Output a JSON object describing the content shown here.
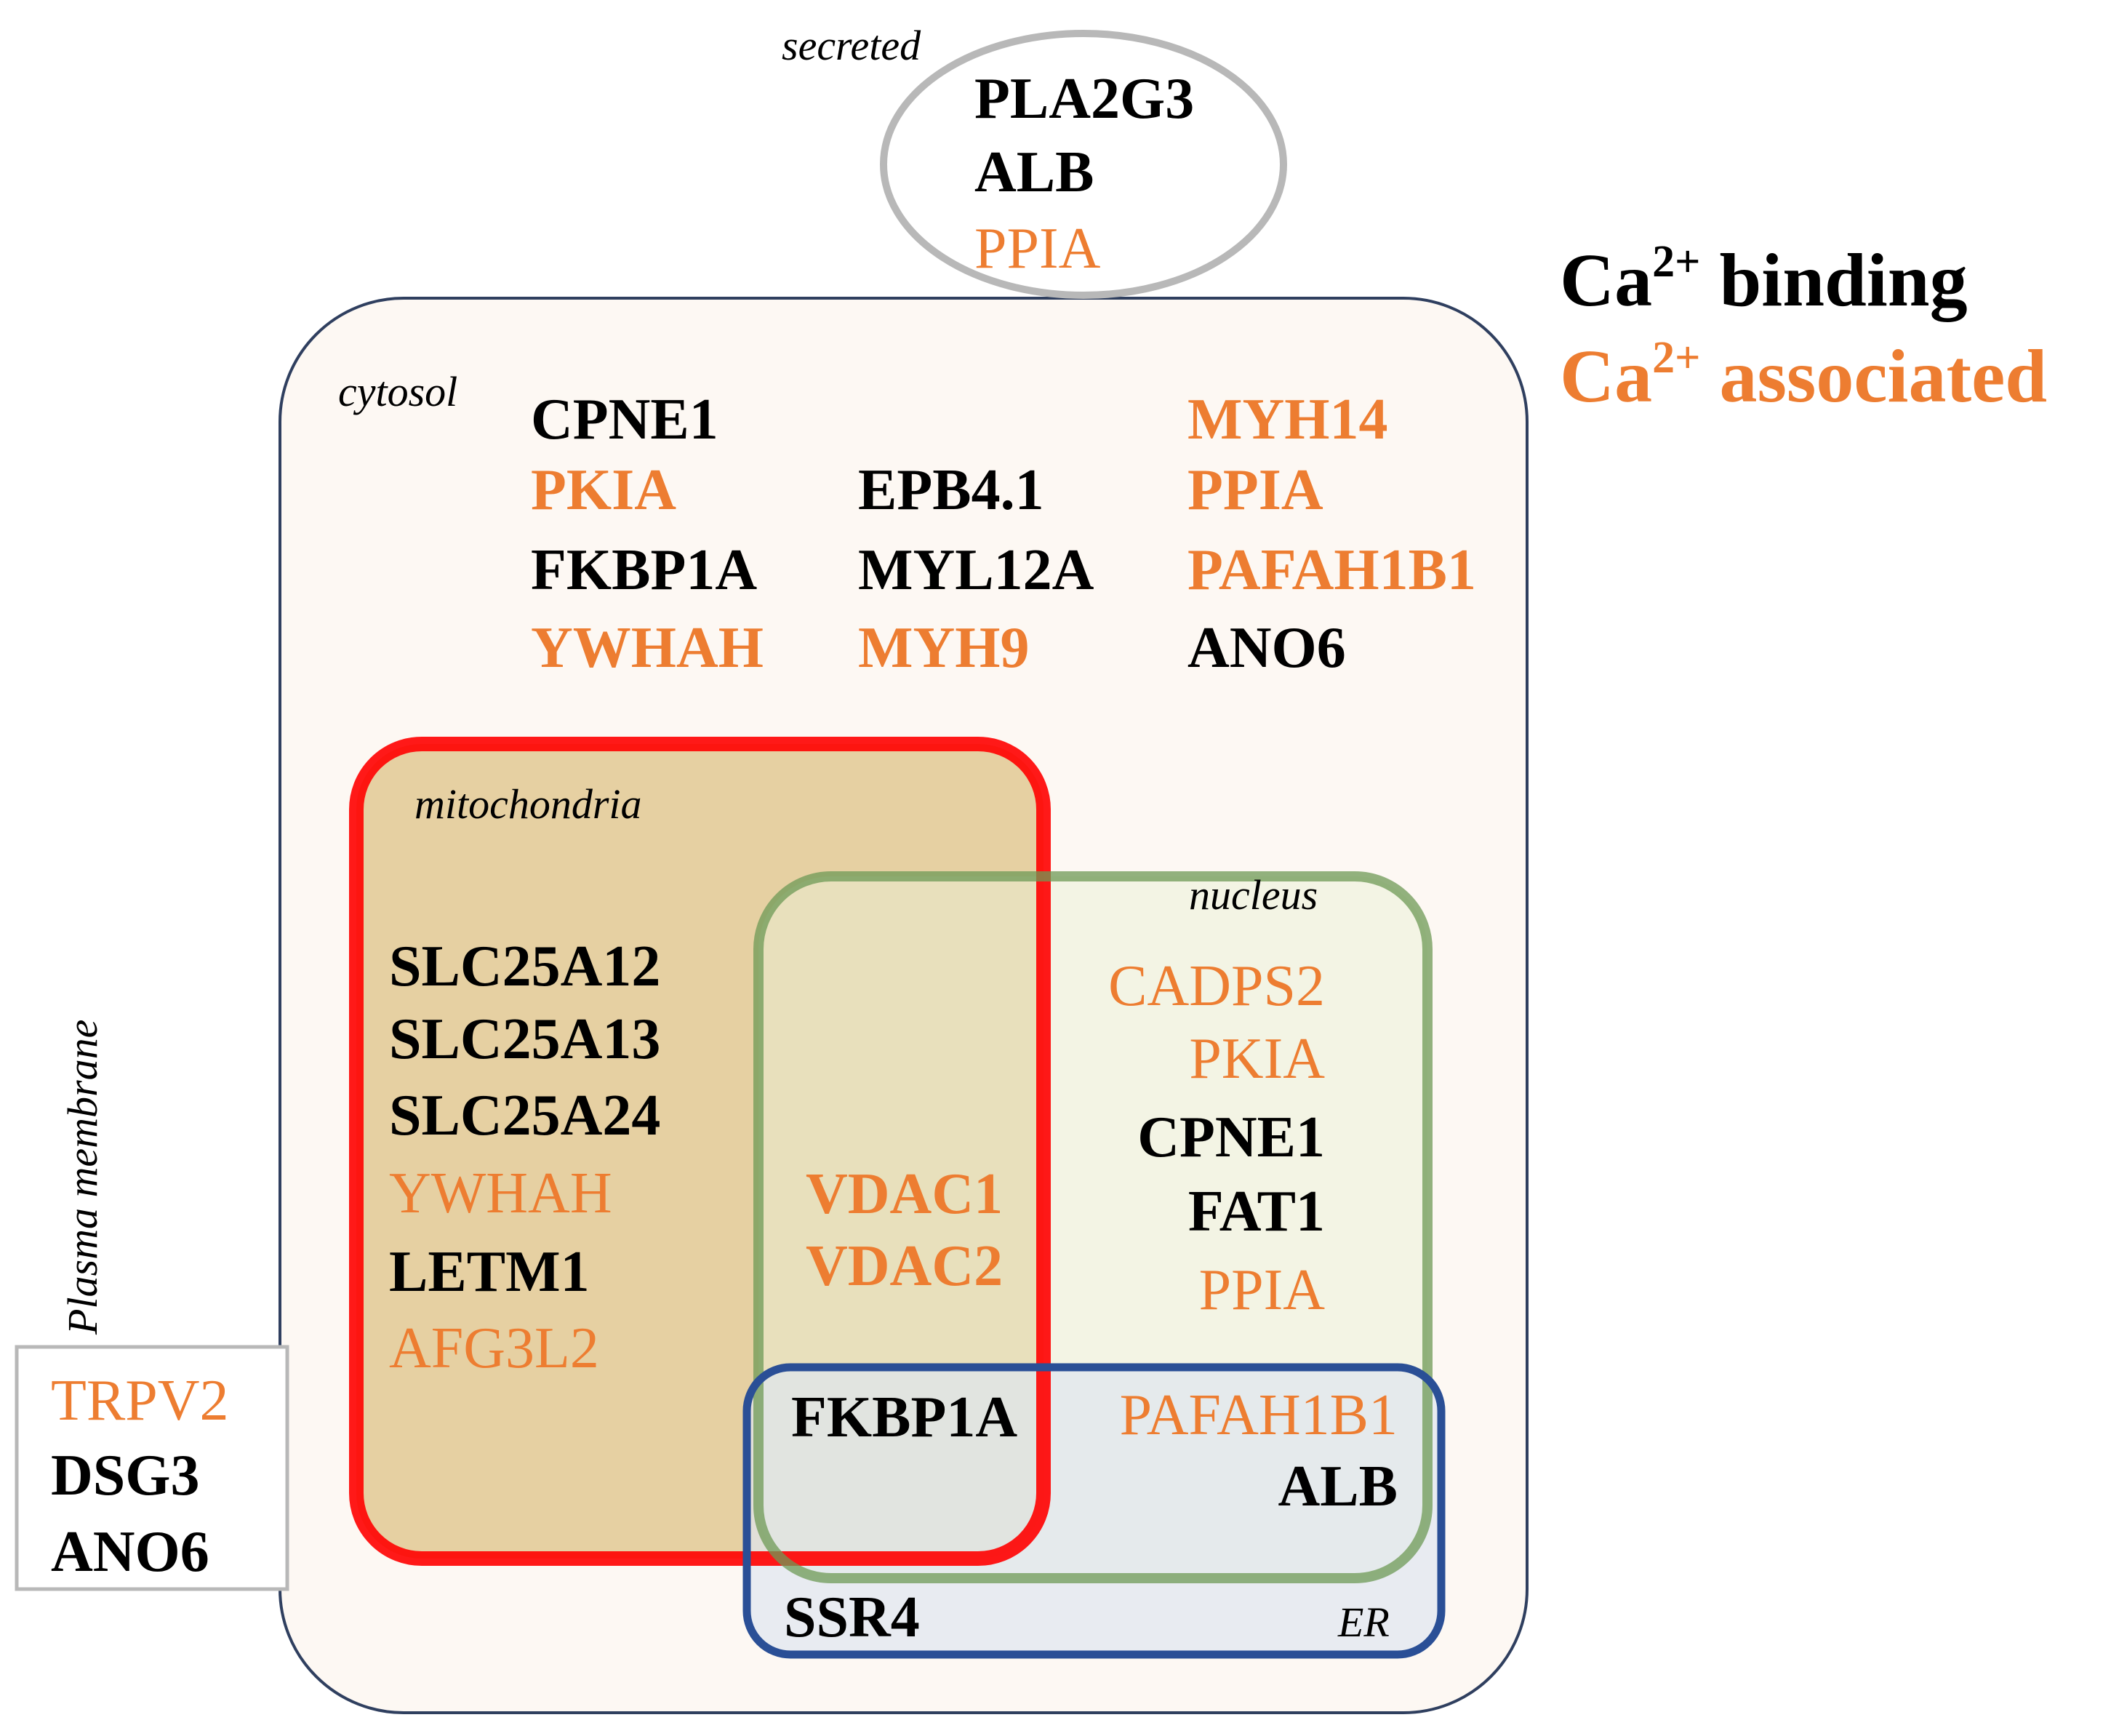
{
  "colors": {
    "ca_binding": "#000000",
    "ca_associated": "#ED7D31",
    "cytosol_border": "#2F3F5F",
    "cytosol_fill": "#FDF8F3",
    "mitochondria_border": "#FF0000",
    "mitochondria_fill": "#E6D0A2",
    "nucleus_border": "#6E9A55",
    "nucleus_fill": "#E9EFD6",
    "er_border": "#2A4F96",
    "er_fill": "#DEE6F0",
    "secreted_border": "#B8B8B8",
    "plasma_border": "#B8B8B8"
  },
  "legend": {
    "binding": {
      "ion": "Ca",
      "charge": "2+",
      "word": " binding"
    },
    "associated": {
      "ion": "Ca",
      "charge": "2+",
      "word": " associated"
    }
  },
  "regions": {
    "secreted": {
      "label": "secreted",
      "genes": [
        {
          "name": "PLA2G3",
          "type": "binding",
          "style": "bold"
        },
        {
          "name": "ALB",
          "type": "binding",
          "style": "bold"
        },
        {
          "name": "PPIA",
          "type": "associated",
          "style": "plain"
        }
      ]
    },
    "cytosol": {
      "label": "cytosol",
      "columns": [
        [
          {
            "name": "CPNE1",
            "type": "binding",
            "style": "bold"
          },
          {
            "name": "PKIA",
            "type": "associated",
            "style": "bold"
          },
          {
            "name": "FKBP1A",
            "type": "binding",
            "style": "bold"
          },
          {
            "name": "YWHAH",
            "type": "associated",
            "style": "bold"
          }
        ],
        [
          {
            "name": "EPB4.1",
            "type": "binding",
            "style": "bold"
          },
          {
            "name": "MYL12A",
            "type": "binding",
            "style": "bold"
          },
          {
            "name": "MYH9",
            "type": "associated",
            "style": "bold"
          }
        ],
        [
          {
            "name": "MYH14",
            "type": "associated",
            "style": "bold"
          },
          {
            "name": "PPIA",
            "type": "associated",
            "style": "bold"
          },
          {
            "name": "PAFAH1B1",
            "type": "associated",
            "style": "bold"
          },
          {
            "name": "ANO6",
            "type": "binding",
            "style": "bold"
          }
        ]
      ]
    },
    "mitochondria": {
      "label": "mitochondria",
      "genes": [
        {
          "name": "SLC25A12",
          "type": "binding",
          "style": "bold"
        },
        {
          "name": "SLC25A13",
          "type": "binding",
          "style": "bold"
        },
        {
          "name": "SLC25A24",
          "type": "binding",
          "style": "bold"
        },
        {
          "name": "YWHAH",
          "type": "associated",
          "style": "plain"
        },
        {
          "name": "LETM1",
          "type": "binding",
          "style": "bold"
        },
        {
          "name": "AFG3L2",
          "type": "associated",
          "style": "plain"
        }
      ]
    },
    "mito_nucleus": {
      "genes": [
        {
          "name": "VDAC1",
          "type": "associated",
          "style": "bold"
        },
        {
          "name": "VDAC2",
          "type": "associated",
          "style": "bold"
        }
      ]
    },
    "nucleus": {
      "label": "nucleus",
      "genes": [
        {
          "name": "CADPS2",
          "type": "associated",
          "style": "plain"
        },
        {
          "name": "PKIA",
          "type": "associated",
          "style": "plain"
        },
        {
          "name": "CPNE1",
          "type": "binding",
          "style": "bold"
        },
        {
          "name": "FAT1",
          "type": "binding",
          "style": "bold"
        },
        {
          "name": "PPIA",
          "type": "associated",
          "style": "plain"
        }
      ]
    },
    "mito_nucleus_er": {
      "genes": [
        {
          "name": "FKBP1A",
          "type": "binding",
          "style": "bold"
        }
      ]
    },
    "nucleus_er": {
      "genes": [
        {
          "name": "PAFAH1B1",
          "type": "associated",
          "style": "plain"
        },
        {
          "name": "ALB",
          "type": "binding",
          "style": "bold"
        }
      ]
    },
    "er": {
      "label": "ER",
      "genes": [
        {
          "name": "SSR4",
          "type": "binding",
          "style": "bold"
        }
      ]
    },
    "plasma_membrane": {
      "label": "Plasma membrane",
      "genes": [
        {
          "name": "TRPV2",
          "type": "associated",
          "style": "plain"
        },
        {
          "name": "DSG3",
          "type": "binding",
          "style": "bold"
        },
        {
          "name": "ANO6",
          "type": "binding",
          "style": "bold"
        }
      ]
    }
  }
}
